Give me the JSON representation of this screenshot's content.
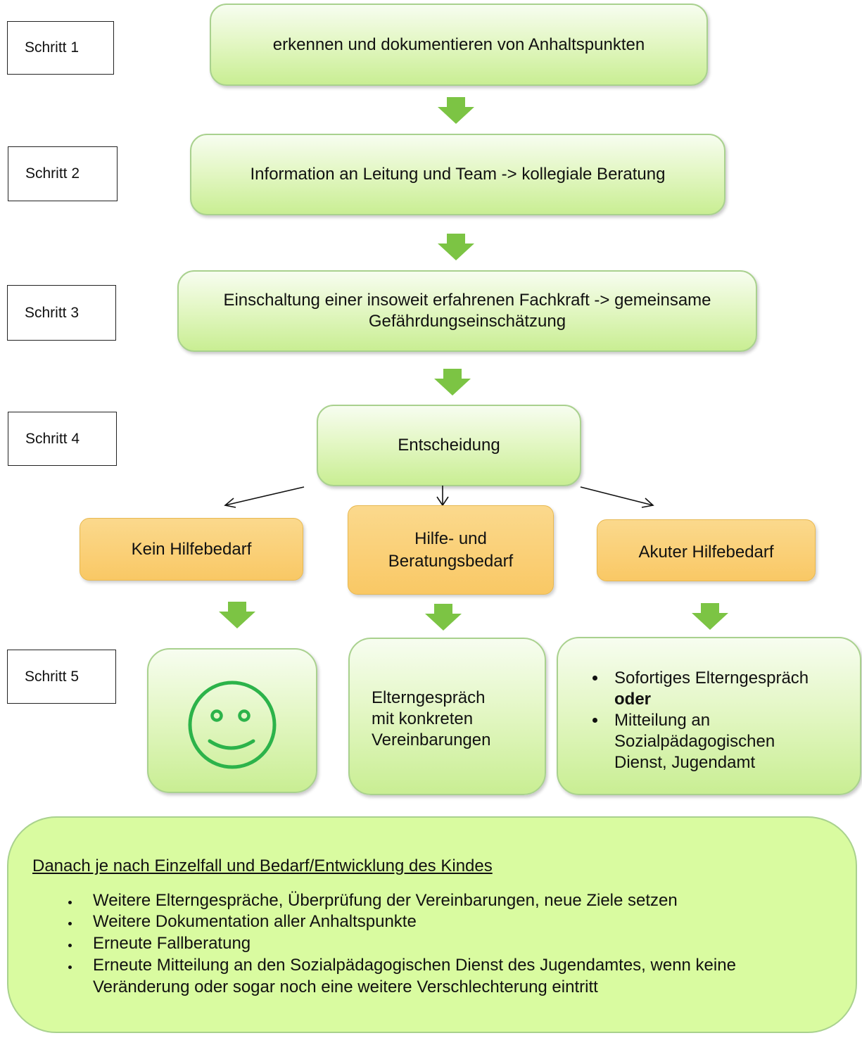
{
  "steps": [
    "Schritt 1",
    "Schritt 2",
    "Schritt 3",
    "Schritt 4",
    "Schritt 5"
  ],
  "boxes": {
    "step1": "erkennen und dokumentieren von Anhaltspunkten",
    "step2": "Information an Leitung und Team -> kollegiale Beratung",
    "step3_line1": "Einschaltung einer insoweit erfahrenen Fachkraft -> gemeinsame",
    "step3_line2": "Gefährdungseinschätzung",
    "decision": "Entscheidung"
  },
  "outcomes": {
    "none": "Kein Hilfebedarf",
    "help_line1": "Hilfe- und",
    "help_line2": "Beratungsbedarf",
    "acute": "Akuter Hilfebedarf"
  },
  "results": {
    "none_icon": "smiley-face-icon",
    "help_line1": "Elterngespräch",
    "help_line2": "mit konkreten",
    "help_line3": "Vereinbarungen",
    "acute_item1_text": "Sofortiges Elterngespräch",
    "acute_item1_bold": "oder",
    "acute_item2_line1": "Mitteilung an",
    "acute_item2_line2": "Sozialpädagogischen",
    "acute_item2_line3": "Dienst, Jugendamt"
  },
  "final": {
    "heading": "Danach je nach Einzelfall und Bedarf/Entwicklung des Kindes",
    "items": [
      "Weitere Elterngespräche, Überprüfung der Vereinbarungen, neue Ziele setzen",
      "Weitere Dokumentation aller Anhaltspunkte",
      "Erneute Fallberatung",
      "Erneute Mitteilung an den Sozialpädagogischen Dienst des Jugendamtes, wenn keine",
      "Veränderung oder sogar noch eine weitere Verschlechterung eintritt"
    ]
  },
  "colors": {
    "green_box": "#c9ee93",
    "green_border": "#a9d18e",
    "orange_box": "#f9c865",
    "arrow_green": "#7cc444",
    "smiley": "#2cb34a",
    "final_box": "#d9fba0"
  }
}
